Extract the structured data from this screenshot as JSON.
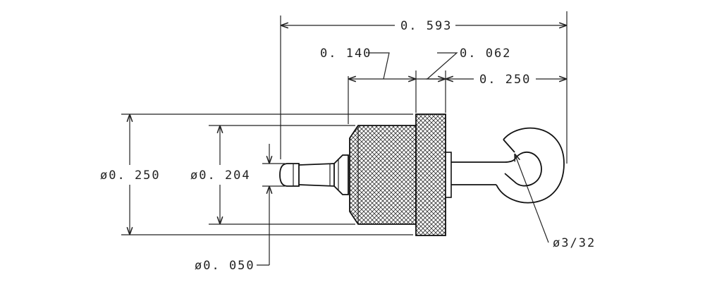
{
  "drawing": {
    "dims": {
      "overall_length": "0. 593",
      "body_length": "0. 140",
      "flange_length": "0. 062",
      "hook_length": "0. 250",
      "flange_diameter": "ø0. 250",
      "body_diameter": "ø0. 204",
      "pin_diameter": "ø0. 050",
      "hook_wire_diameter": "ø3/32"
    }
  }
}
